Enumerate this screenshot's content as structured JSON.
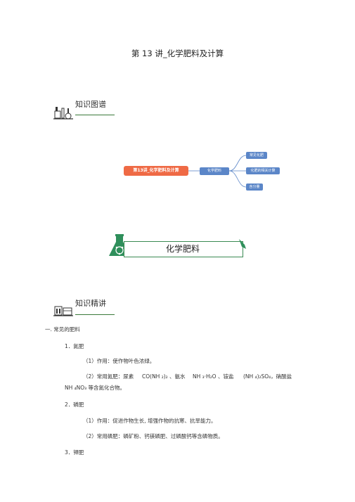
{
  "doc": {
    "title": "第 13 讲_化学肥料及计算"
  },
  "section1": {
    "label": "知识图谱"
  },
  "mindmap": {
    "root": "第13讲_化学肥料及计算",
    "mid": "化学肥料",
    "leaves": [
      "常见化肥",
      "化肥的相关计算",
      "含分量"
    ]
  },
  "banner": {
    "label": "化学肥料"
  },
  "section2": {
    "label": "知识精讲"
  },
  "content": {
    "h1": "一. 常见的肥料",
    "item1": "1．氮肥",
    "item1_p1": "（1）作用：使作物叶色浓绿。",
    "item1_p2_a": "（2）常用氮肥：尿素",
    "item1_p2_b": "CO(NH ₂)₂ 、氨水",
    "item1_p2_c": "NH ₃·H₂O 、铵盐",
    "item1_p2_d": "(NH ₄)₂SO₄，硝酸盐",
    "item1_p2_e": "NH ₄NO₃ 等含氮化合物。",
    "item2": "2．磷肥",
    "item2_p1": "（1）作用：促进作物生长, 增强作物的抗寒、抗旱能力。",
    "item2_p2": "（2）常用磷肥：磷矿粉、钙镁磷肥、过磷酸钙等含磷物质。",
    "item3": "3．钾肥"
  },
  "colors": {
    "accent_green": "#3a7a3a",
    "root_orange": "#ef6a45",
    "node_blue": "#5b86c8",
    "banner_green": "#2f8f5b"
  }
}
